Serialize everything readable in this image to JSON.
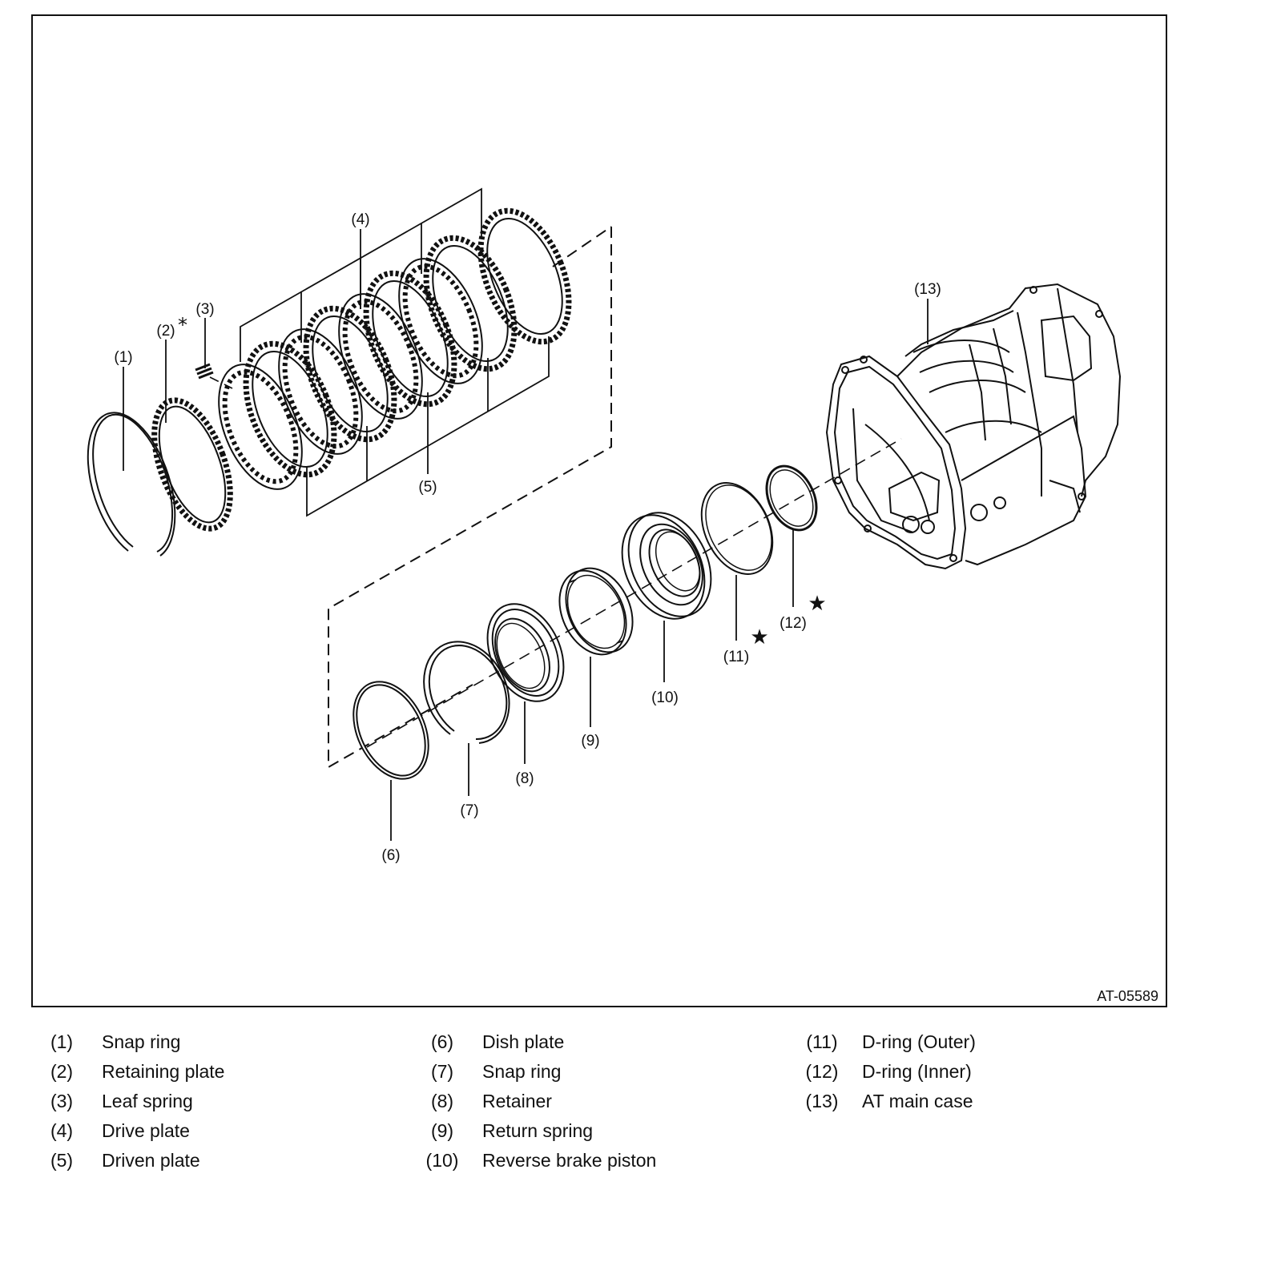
{
  "figure_id": "AT-05589",
  "callouts": {
    "c1": "(1)",
    "c2": "(2)",
    "c3": "(3)",
    "c4": "(4)",
    "c5": "(5)",
    "c6": "(6)",
    "c7": "(7)",
    "c8": "(8)",
    "c9": "(9)",
    "c10": "(10)",
    "c11": "(11)",
    "c12": "(12)",
    "c13": "(13)"
  },
  "markers": {
    "asterisk": "*",
    "star": "★"
  },
  "legend": [
    {
      "num": "(1)",
      "name": "Snap ring"
    },
    {
      "num": "(2)",
      "name": "Retaining plate"
    },
    {
      "num": "(3)",
      "name": "Leaf spring"
    },
    {
      "num": "(4)",
      "name": "Drive plate"
    },
    {
      "num": "(5)",
      "name": "Driven plate"
    },
    {
      "num": "(6)",
      "name": "Dish plate"
    },
    {
      "num": "(7)",
      "name": "Snap ring"
    },
    {
      "num": "(8)",
      "name": "Retainer"
    },
    {
      "num": "(9)",
      "name": "Return spring"
    },
    {
      "num": "(10)",
      "name": "Reverse brake piston"
    },
    {
      "num": "(11)",
      "name": "D-ring (Outer)"
    },
    {
      "num": "(12)",
      "name": "D-ring (Inner)"
    },
    {
      "num": "(13)",
      "name": "AT main case"
    }
  ]
}
